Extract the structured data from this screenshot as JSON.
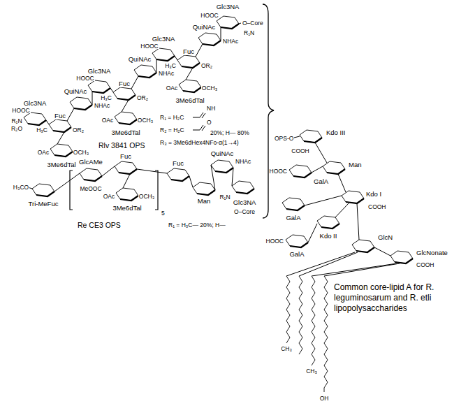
{
  "diagram": {
    "caption": "Common core-lipid A for R. leguminosarum and R. etli lipopolysaccharides",
    "labels": [
      "Glc3NA",
      "HOOC",
      "R₁N",
      "R₂O",
      "Fuc",
      "H₃C",
      "OR₂",
      "3Me6dTal",
      "OAc",
      "OCH₃",
      "QuiNAc",
      "NHAc",
      "Glc3NA",
      "HOOC",
      "Fuc",
      "H₃C",
      "OR₂",
      "3Me6dTal",
      "OAc",
      "OCH₃",
      "QuiNAc",
      "NHAc",
      "Glc3NA",
      "HOOC",
      "Fuc",
      "H₃C",
      "OR₂",
      "3Me6dTal",
      "OAc",
      "OCH₃",
      "QuiNAc",
      "NHAc",
      "Glc3NA",
      "HOOC",
      "R₁N",
      "O–Core",
      "R₁ = H₂C",
      "NH",
      "R₂ = H₂C",
      "O",
      "20%; H— 80%",
      "R₃ = 3Me6dHex4NFo-α(1→4)",
      "Rlv 3841 OPS",
      "Tri-MeFuc",
      "H₃CO",
      "GlcAMe",
      "MeOOC",
      "Fuc",
      "3Me6dTal",
      "OAc",
      "OCH₃",
      "5",
      "Fuc",
      "Man",
      "QuiNAc",
      "NHAc",
      "R₁N",
      "Glc3NA",
      "O–Core",
      "R₁ = H₃C— 20%; H—",
      "Re CE3 OPS",
      "OPS-O",
      "Kdo III",
      "COOH",
      "HOOC",
      "GalA",
      "Man",
      "Kdo I",
      "COOH",
      "GalA",
      "Kdo II",
      "HOOC",
      "GalA",
      "GlcN",
      "GlcNonate",
      "COOH",
      "CH₃",
      "CH₃",
      "OH"
    ]
  }
}
